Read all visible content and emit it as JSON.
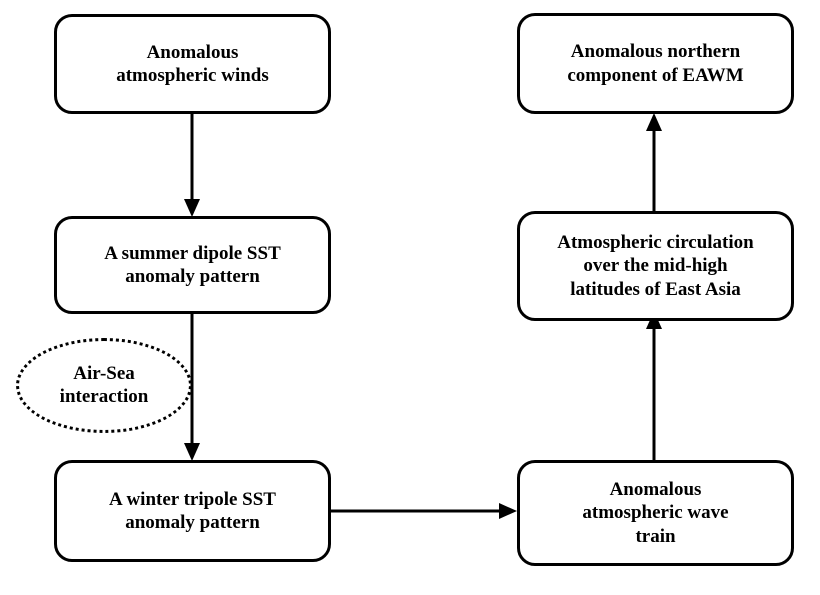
{
  "diagram": {
    "title": "Air-Sea interaction flowchart linking SST anomaly patterns to EAWM",
    "background_color": "#ffffff",
    "line_color": "#000000",
    "text_color": "#000000",
    "nodes": [
      {
        "id": "anomalous-atmospheric-winds",
        "shape": "rounded-rect",
        "label": "Anomalous\natmospheric winds"
      },
      {
        "id": "summer-dipole-sst",
        "shape": "rounded-rect",
        "label": "A summer dipole SST\nanomaly pattern"
      },
      {
        "id": "air-sea-interaction",
        "shape": "ellipse-dotted",
        "label": "Air-Sea\ninteraction"
      },
      {
        "id": "winter-tripole-sst",
        "shape": "rounded-rect",
        "label": "A winter tripole SST\nanomaly pattern"
      },
      {
        "id": "anomalous-northern-component-eawm",
        "shape": "rounded-rect",
        "label": "Anomalous northern\ncomponent of EAWM"
      },
      {
        "id": "atmospheric-circulation-east-asia",
        "shape": "rounded-rect",
        "label": "Atmospheric circulation\nover the mid-high\nlatitudes of East Asia"
      },
      {
        "id": "anomalous-wave-train",
        "shape": "rounded-rect",
        "label": "Anomalous\natmospheric wave\ntrain"
      }
    ],
    "edges": [
      {
        "id": "edge-winds-to-summer",
        "from": "anomalous-atmospheric-winds",
        "to": "summer-dipole-sst",
        "direction": "down"
      },
      {
        "id": "edge-summer-to-winter",
        "from": "summer-dipole-sst",
        "to": "winter-tripole-sst",
        "direction": "down"
      },
      {
        "id": "edge-winter-to-wavetrain",
        "from": "winter-tripole-sst",
        "to": "anomalous-wave-train",
        "direction": "right"
      },
      {
        "id": "edge-wavetrain-to-circulation",
        "from": "anomalous-wave-train",
        "to": "atmospheric-circulation-east-asia",
        "direction": "up"
      },
      {
        "id": "edge-circulation-to-eawm",
        "from": "atmospheric-circulation-east-asia",
        "to": "anomalous-northern-component-eawm",
        "direction": "up"
      }
    ]
  }
}
